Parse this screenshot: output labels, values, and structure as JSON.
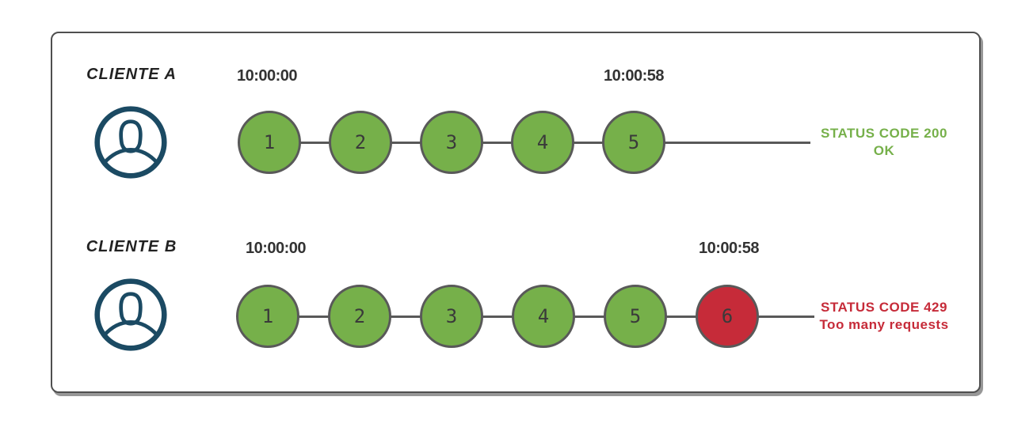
{
  "colors": {
    "ok-green": "#76b04a",
    "error-red": "#c62b39",
    "icon-navy": "#1b4a63",
    "line-gray": "#595959",
    "frame-gray": "#4f4f4f",
    "text-dark": "#333333"
  },
  "icons": {
    "client": "user-icon"
  },
  "rows": [
    {
      "client_label": "CLIENTE A",
      "start_time": "10:00:00",
      "end_time": "10:00:58",
      "requests": [
        {
          "n": "1",
          "status": "ok"
        },
        {
          "n": "2",
          "status": "ok"
        },
        {
          "n": "3",
          "status": "ok"
        },
        {
          "n": "4",
          "status": "ok"
        },
        {
          "n": "5",
          "status": "ok"
        }
      ],
      "status_line1": "STATUS CODE 200",
      "status_line2": "OK",
      "status_color": "#76b04a"
    },
    {
      "client_label": "CLIENTE B",
      "start_time": "10:00:00",
      "end_time": "10:00:58",
      "requests": [
        {
          "n": "1",
          "status": "ok"
        },
        {
          "n": "2",
          "status": "ok"
        },
        {
          "n": "3",
          "status": "ok"
        },
        {
          "n": "4",
          "status": "ok"
        },
        {
          "n": "5",
          "status": "ok"
        },
        {
          "n": "6",
          "status": "blocked"
        }
      ],
      "status_line1": "STATUS CODE 429",
      "status_line2": "Too many requests",
      "status_color": "#c62b39"
    }
  ]
}
